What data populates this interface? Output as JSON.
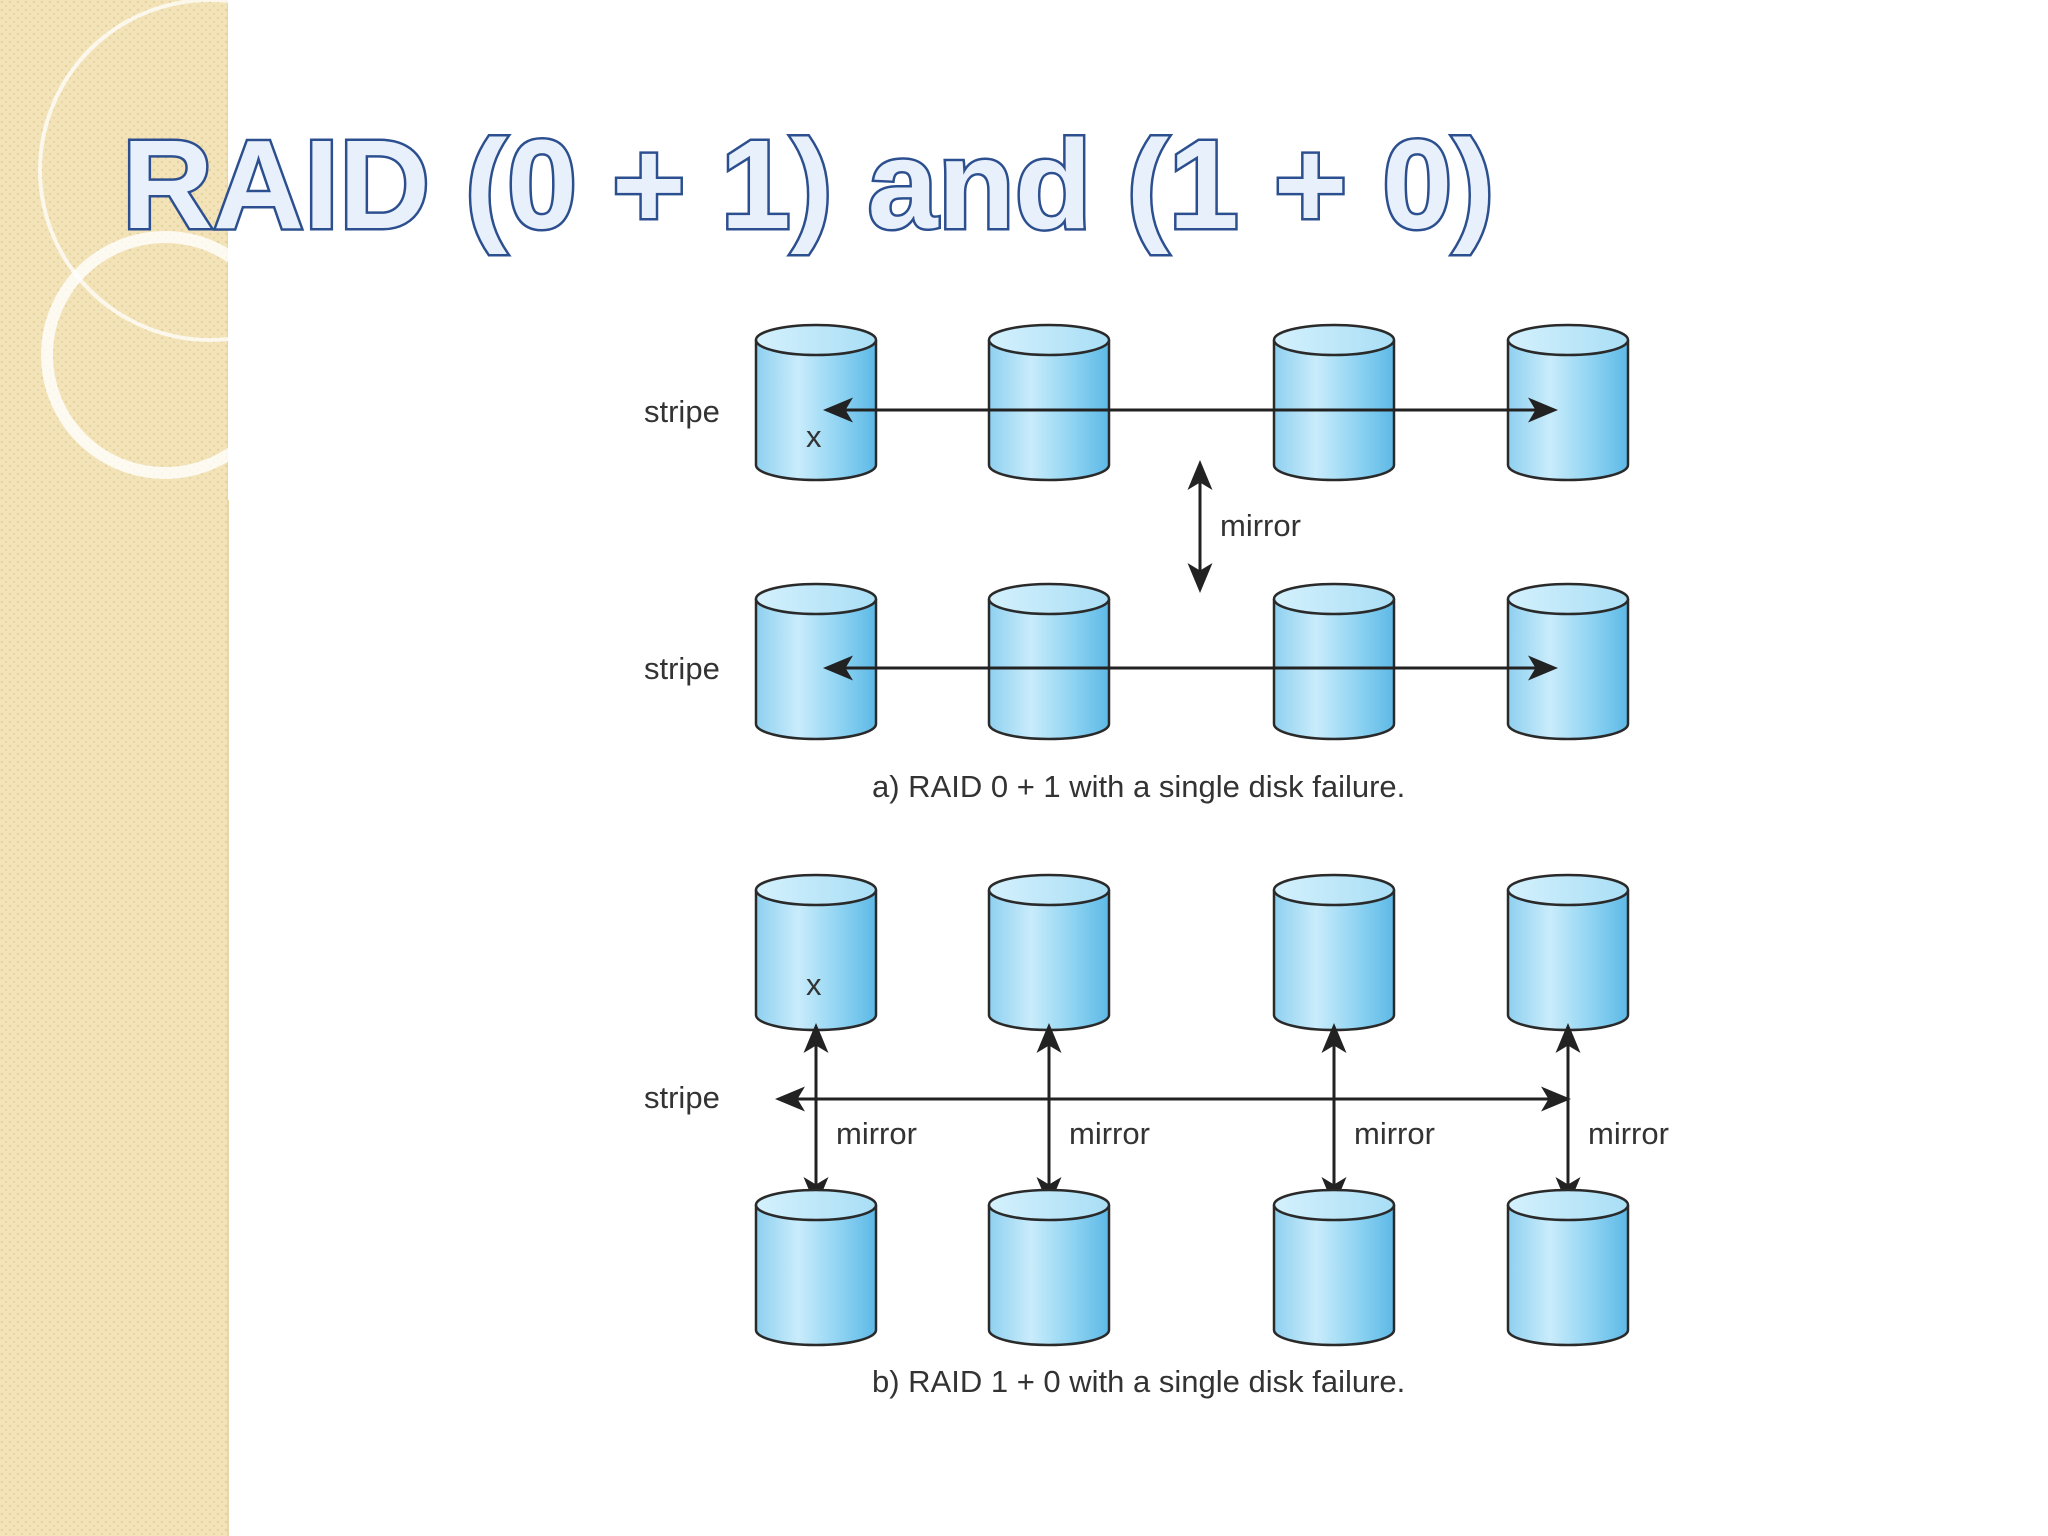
{
  "title": "RAID (0 + 1) and (1 + 0)",
  "colors": {
    "sidebar": "#f3e3b8",
    "disk_light": "#d7f1fc",
    "disk_dark": "#6fc3ec",
    "title_fill": "#e8f0fb",
    "title_stroke": "#2c4f8f"
  },
  "diagram_a": {
    "label_top_stripe": "stripe",
    "label_bottom_stripe": "stripe",
    "label_mirror": "mirror",
    "failed_mark": "x",
    "caption": "a) RAID 0 + 1 with a single disk failure."
  },
  "diagram_b": {
    "label_stripe": "stripe",
    "mirror_labels": [
      "mirror",
      "mirror",
      "mirror",
      "mirror"
    ],
    "failed_mark": "x",
    "caption": "b) RAID 1 + 0 with a single disk failure."
  }
}
